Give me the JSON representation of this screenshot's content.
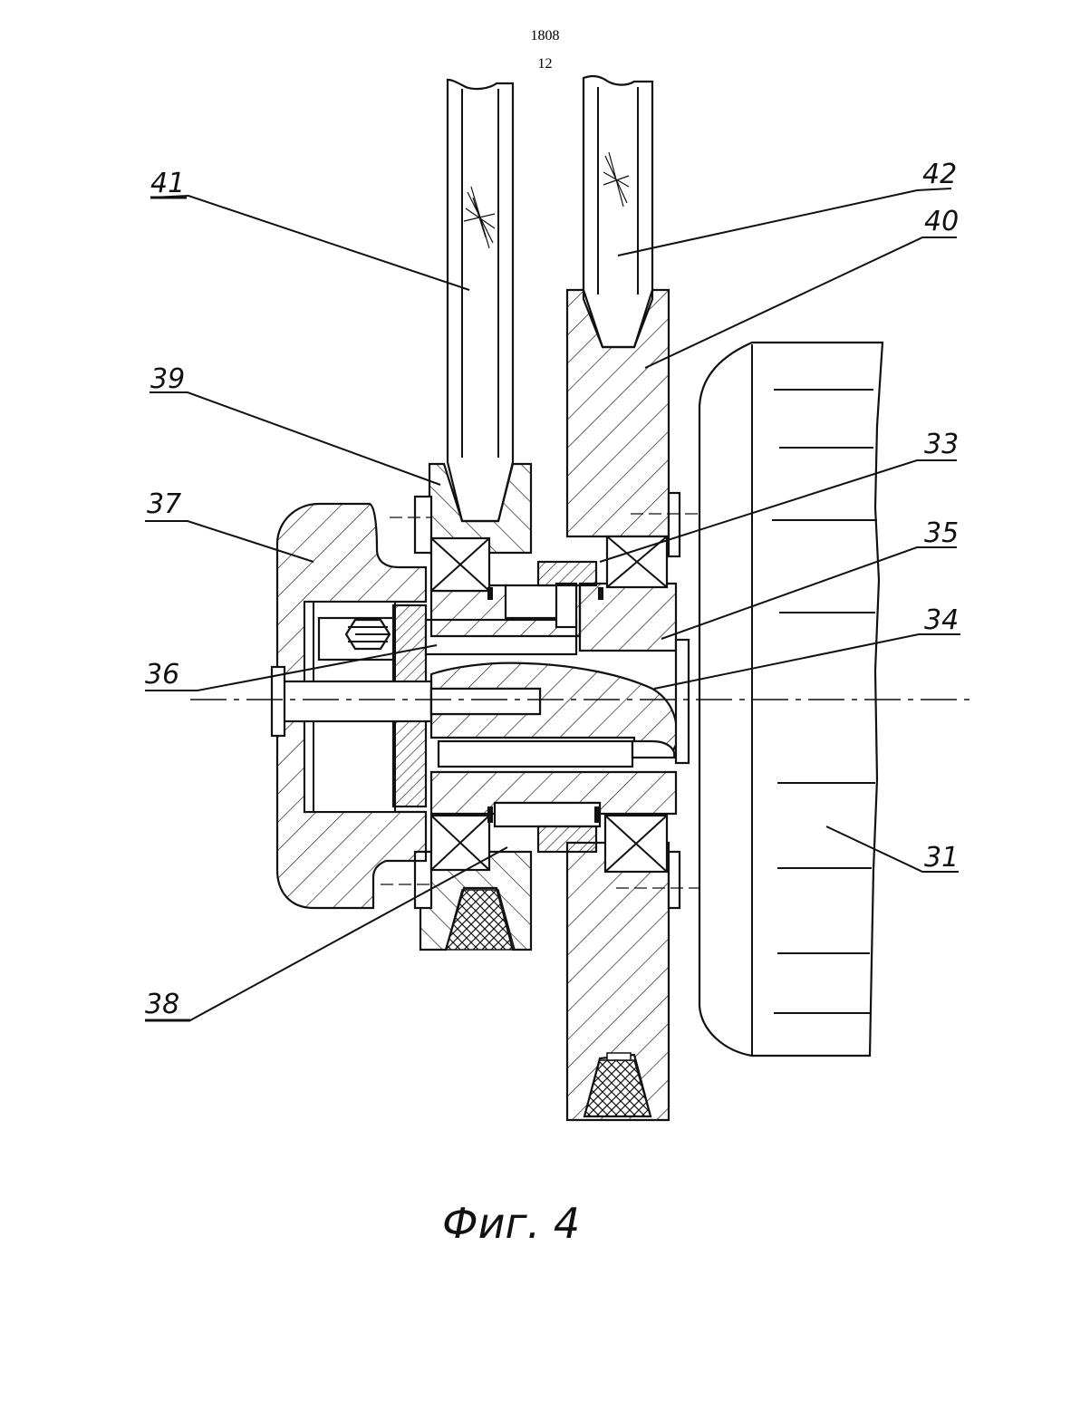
{
  "header": {
    "page_number": "1808",
    "sheet_number": "12"
  },
  "labels": {
    "l41": "41",
    "l42": "42",
    "l40": "40",
    "l39": "39",
    "l33": "33",
    "l37": "37",
    "l35": "35",
    "l34": "34",
    "l36": "36",
    "l31": "31",
    "l38": "38"
  },
  "caption": "Фиг. 4"
}
